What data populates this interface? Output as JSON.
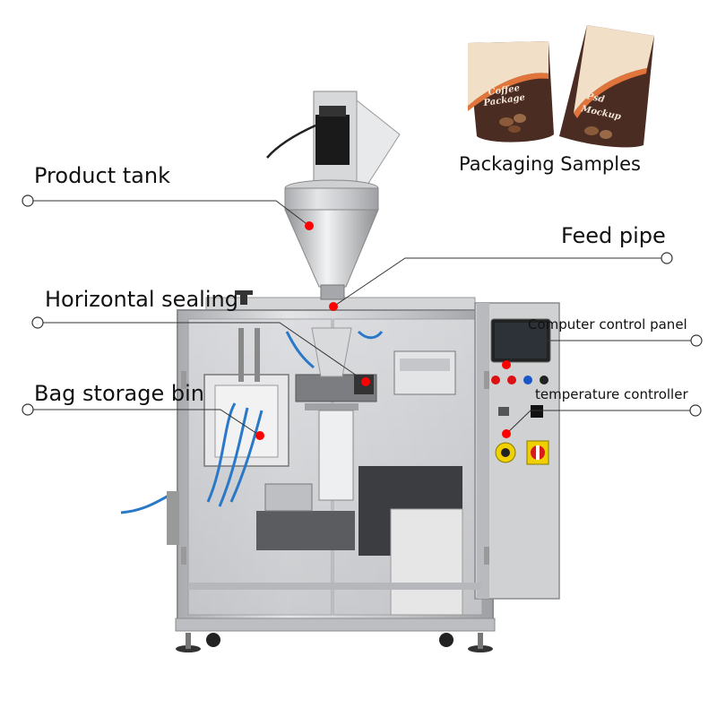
{
  "labels": {
    "product_tank": "Product tank",
    "feed_pipe": "Feed pipe",
    "horizontal_sealing": "Horizontal sealing",
    "bag_storage_bin": "Bag storage bin",
    "computer_control_panel": "Computer control panel",
    "temperature_controller": "temperature controller"
  },
  "samples": {
    "title": "Packaging Samples",
    "bag1_line1": "Coffee",
    "bag1_line2": "Package",
    "bag2_line1": "Psd",
    "bag2_line2": "Mockup"
  },
  "colors": {
    "marker": "#ff0000",
    "leader": "#333333",
    "steel": "#c9cacc",
    "bag_brown": "#4a2c22",
    "bag_cream": "#f1dfc8",
    "bag_orange": "#e0743a"
  },
  "icons": [
    "motor-icon",
    "emergency-stop-icon",
    "power-switch-icon"
  ]
}
